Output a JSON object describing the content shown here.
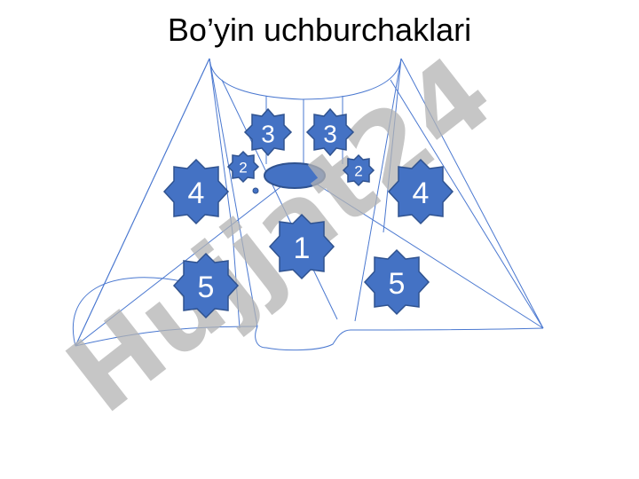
{
  "title": "Bo’yin uchburchaklari",
  "badges": {
    "b1": "1",
    "b2_left": "2",
    "b2_right": "2",
    "b3_left": "3",
    "b3_right": "3",
    "b4_left": "4",
    "b4_right": "4",
    "b5_left": "5",
    "b5_right": "5"
  },
  "watermark": "Hujjat24",
  "colors": {
    "badge_fill": "#4472c4",
    "badge_stroke": "#2f528f",
    "line": "#4a78d0",
    "watermark": "#b3b3b3"
  }
}
